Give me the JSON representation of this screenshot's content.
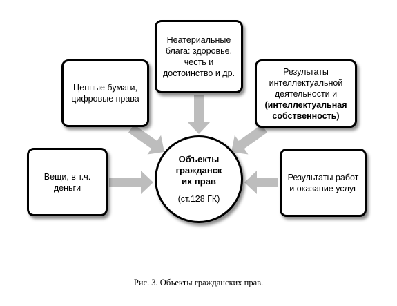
{
  "diagram": {
    "center": {
      "title": "Объекты\nгражданск\nих прав",
      "reference": "(ст.128 ГК)"
    },
    "nodes": [
      {
        "id": "things",
        "text": "Вещи, в т.ч. деньги"
      },
      {
        "id": "securities",
        "text": "Ценные бумаги, цифровые права"
      },
      {
        "id": "intangible",
        "text": "Неатериальные блага: здоровье, честь и достоинство и др."
      },
      {
        "id": "intellectual",
        "text": "Результаты интеллектуальной деятельности и",
        "bold_text": "(интеллектуальная собственность)"
      },
      {
        "id": "works",
        "text": "Результаты работ и оказание услуг"
      }
    ]
  },
  "caption": "Рис. 3. Объекты гражданских прав.",
  "colors": {
    "arrow": "#bdbdbd",
    "border": "#000000",
    "box_fill": "#ffffff"
  }
}
